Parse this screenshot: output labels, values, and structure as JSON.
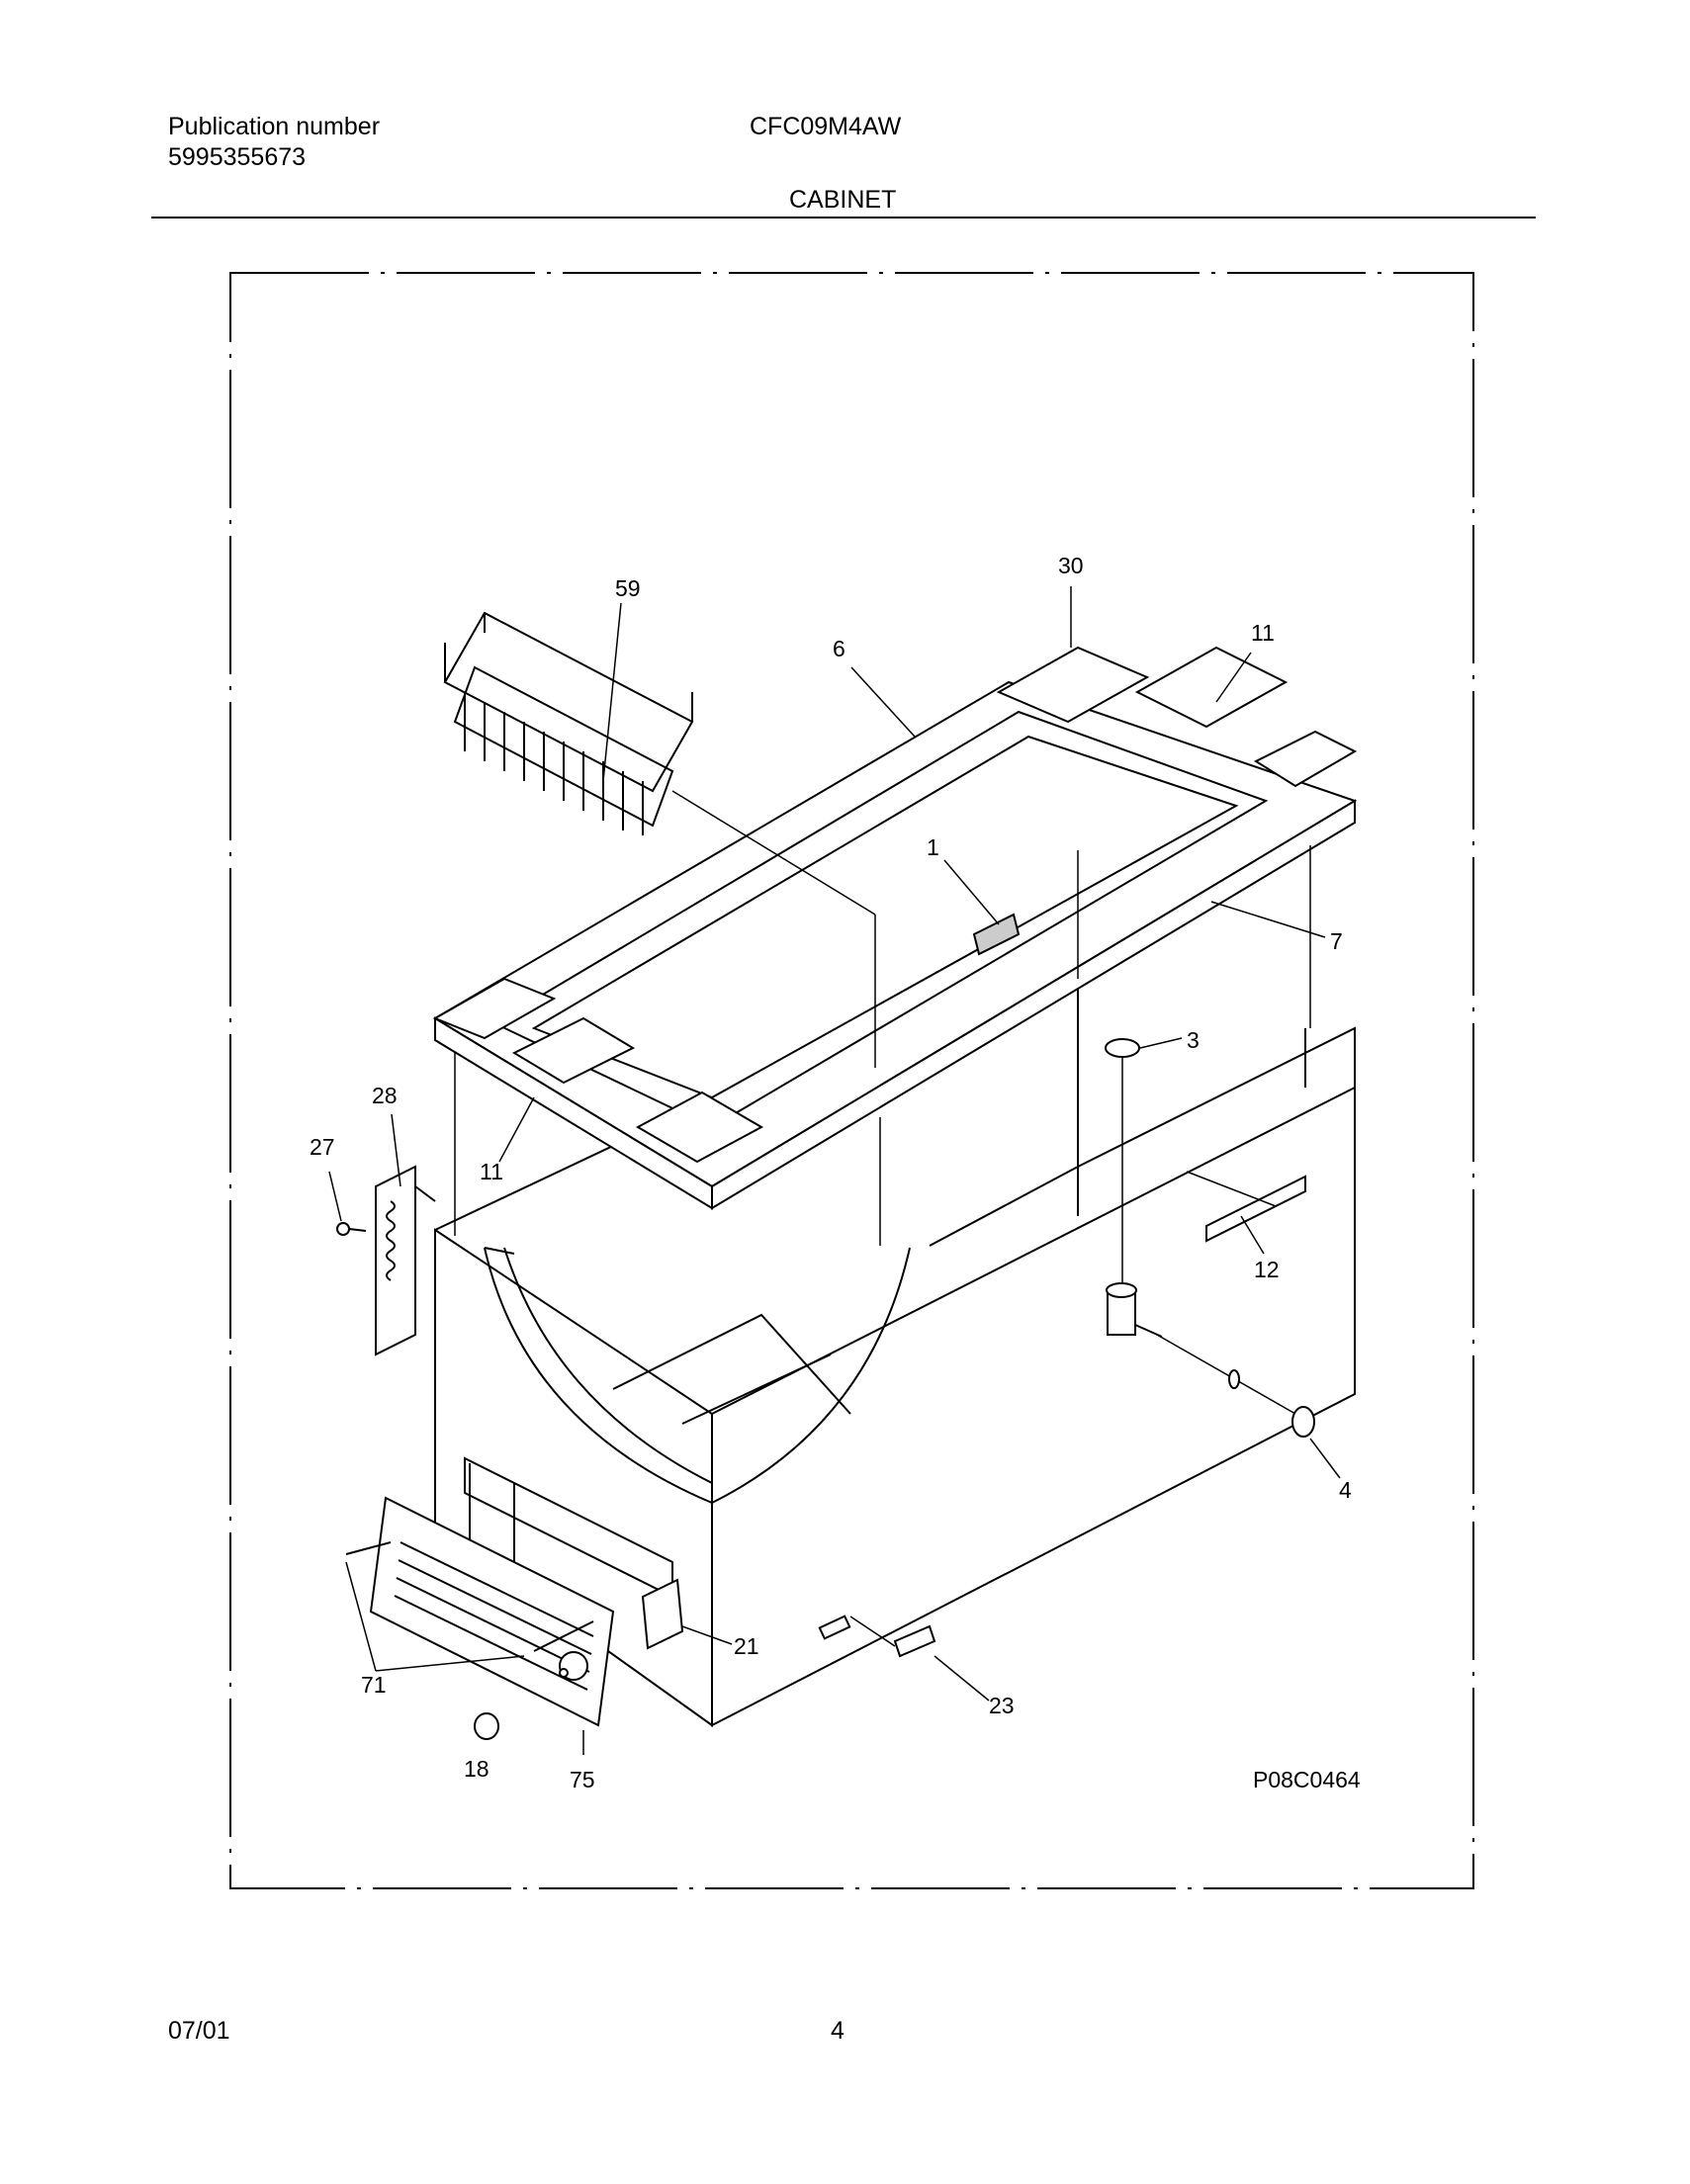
{
  "header": {
    "publication_label": "Publication number",
    "publication_number": "5995355673",
    "model": "CFC09M4AW",
    "section": "CABINET"
  },
  "diagram": {
    "callouts": {
      "c59": "59",
      "c30": "30",
      "c6": "6",
      "c11a": "11",
      "c1": "1",
      "c7": "7",
      "c3": "3",
      "c28": "28",
      "c27": "27",
      "c11b": "11",
      "c12": "12",
      "c4": "4",
      "c21": "21",
      "c71": "71",
      "c23": "23",
      "c18": "18",
      "c75": "75"
    },
    "diagram_code": "P08C0464"
  },
  "footer": {
    "date": "07/01",
    "page": "4"
  }
}
